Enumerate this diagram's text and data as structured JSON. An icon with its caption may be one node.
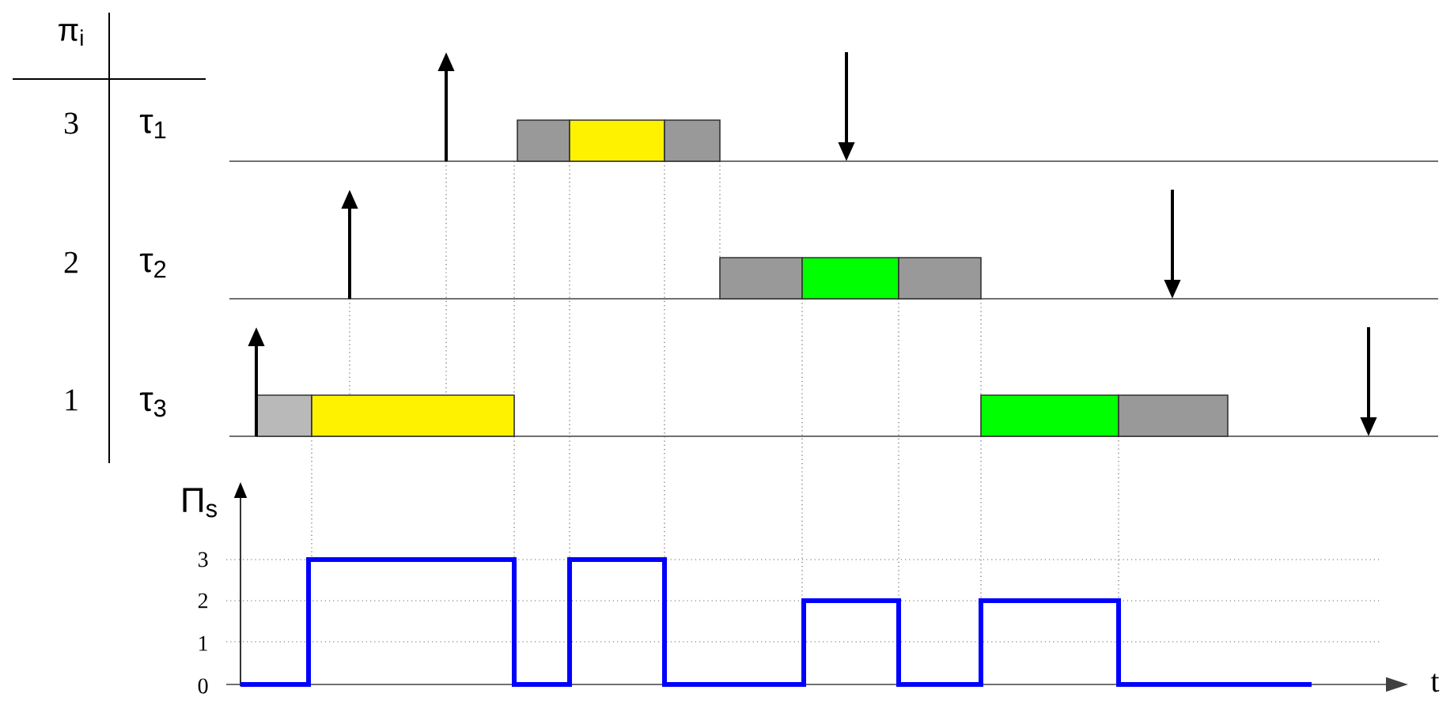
{
  "diagram": {
    "labels": [
      "π$_{i}$",
      "3",
      "τ$_{1}$",
      "2",
      "τ$_{2}$",
      "1",
      "τ$_{3}$",
      "Π$_{s}$",
      "3",
      "2",
      "1",
      "0",
      "t"
    ]
  }
}
